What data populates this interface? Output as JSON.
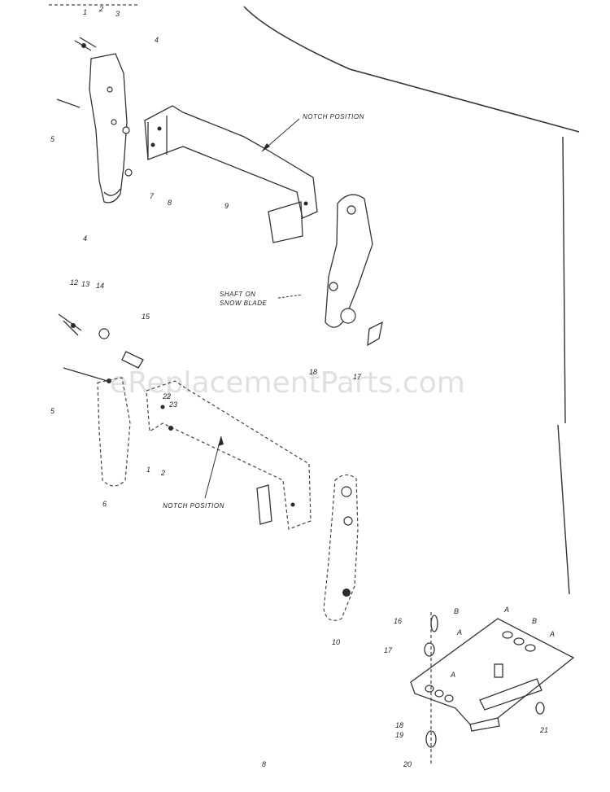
{
  "watermark": "eReplacementParts.com",
  "callouts": {
    "notch_upper": "NOTCH POSITION",
    "notch_lower": "NOTCH POSITION",
    "shaft_line1": "SHAFT ON",
    "shaft_line2": "SNOW BLADE"
  },
  "part_numbers": {
    "n1": "1",
    "n2": "2",
    "n3": "3",
    "n4": "4",
    "n5": "5",
    "n7": "7",
    "n8": "8",
    "n9": "9",
    "n4b": "4",
    "n12": "12",
    "n13": "13",
    "n14": "14",
    "n15": "15",
    "n5b": "5",
    "n18": "18",
    "n17": "17",
    "n22": "22",
    "n23": "23",
    "n1b": "1",
    "n2b": "2",
    "n6": "6",
    "n10": "10",
    "n16": "16",
    "n17b": "17",
    "nA1": "A",
    "nA2": "A",
    "nA3": "A",
    "nA4": "A",
    "nB1": "B",
    "nB2": "B",
    "n18b": "18",
    "n19": "19",
    "n20": "20",
    "n21": "21",
    "n8b": "8"
  },
  "colors": {
    "ink": "#2a2a2a",
    "paper": "#ffffff"
  }
}
